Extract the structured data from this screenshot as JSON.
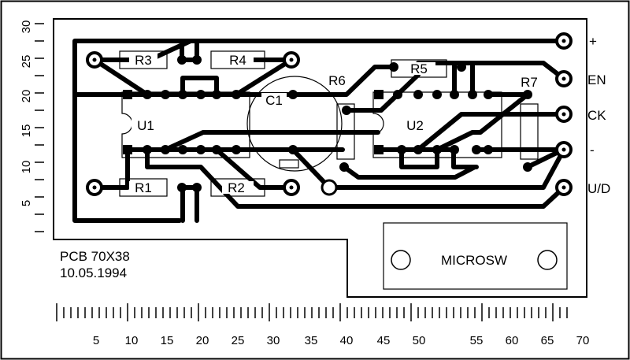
{
  "board": {
    "title": "PCB 70X38",
    "date": "10.05.1994"
  },
  "components": {
    "r1": "R1",
    "r2": "R2",
    "r3": "R3",
    "r4": "R4",
    "r5": "R5",
    "r6": "R6",
    "r7": "R7",
    "u1": "U1",
    "u2": "U2",
    "c1": "C1",
    "microsw": "MICROSW"
  },
  "connectors": {
    "plus": "+",
    "en": "EN",
    "ck": "CK",
    "minus": "-",
    "ud": "U/D"
  },
  "x_axis_labels": [
    "5",
    "10",
    "15",
    "20",
    "25",
    "30",
    "35",
    "40",
    "45",
    "50",
    "55",
    "60",
    "65",
    "70"
  ],
  "y_axis_labels": [
    "30",
    "25",
    "20",
    "15",
    "10",
    "5"
  ],
  "colors": {
    "copper": "#000000",
    "background": "#ffffff"
  }
}
